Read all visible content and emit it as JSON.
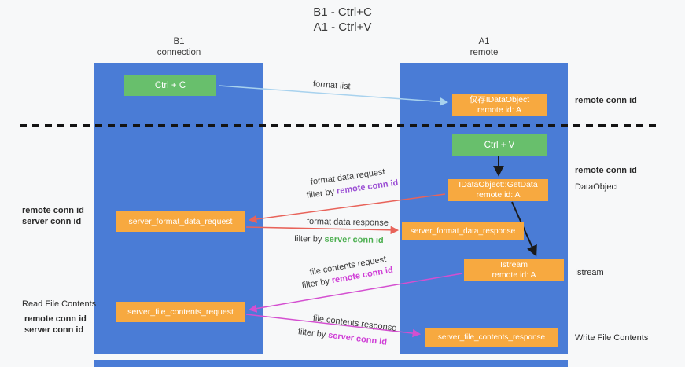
{
  "title": {
    "line1": "B1 - Ctrl+C",
    "line2": "A1 - Ctrl+V"
  },
  "lanes": {
    "left": {
      "name": "B1",
      "subtitle": "connection"
    },
    "right": {
      "name": "A1",
      "subtitle": "remote"
    }
  },
  "boxes": {
    "ctrl_c": {
      "label": "Ctrl + C"
    },
    "ctrl_v": {
      "label": "Ctrl + V"
    },
    "cached_dataobject": {
      "line1": "仅存IDataObject",
      "line2": "remote id: A"
    },
    "getdata": {
      "line1": "IDataObject::GetData",
      "line2": "remote id: A"
    },
    "istream": {
      "line1": "Istream",
      "line2": "remote id: A"
    },
    "server_format_data_request": {
      "label": "server_format_data_request"
    },
    "server_format_data_response": {
      "label": "server_format_data_response"
    },
    "server_file_contents_request": {
      "label": "server_file_contents_request"
    },
    "server_file_contents_response": {
      "label": "server_file_contents_response"
    }
  },
  "arrow_labels": {
    "format_list": "format list",
    "format_data_request": "format data request",
    "format_data_response": "format data response",
    "file_contents_request": "file contents request",
    "file_contents_response": "file contents response",
    "filter_by": "filter by ",
    "remote_conn_id": "remote conn id",
    "server_conn_id": "server conn id"
  },
  "annotations": {
    "right_remote_conn_id_1": "remote conn id",
    "right_remote_conn_id_2": "remote conn id",
    "dataobject": "DataObject",
    "istream": "Istream",
    "write_file_contents": "Write File Contents",
    "left_remote_conn_id_1": "remote conn id",
    "left_server_conn_id_1": "server conn id",
    "read_file_contents": "Read File Contents",
    "left_remote_conn_id_2": "remote conn id",
    "left_server_conn_id_2": "server conn id"
  },
  "colors": {
    "lane_blue": "#4a7cd6",
    "box_green": "#68bf6c",
    "box_orange": "#f7a940",
    "arrow_light_blue": "#a8d2ee",
    "arrow_red": "#e8635a",
    "arrow_magenta": "#d44fd0",
    "text_purple": "#9b4fd4",
    "text_green": "#4caf50",
    "text_magenta": "#cf3ed6"
  }
}
